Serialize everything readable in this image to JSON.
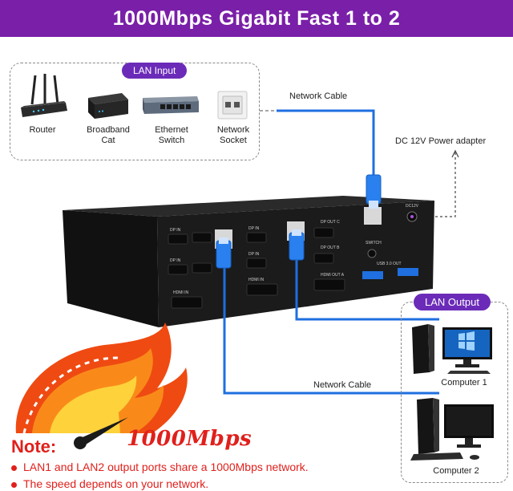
{
  "banner": {
    "title": "1000Mbps Gigabit Fast 1 to 2"
  },
  "lan_input": {
    "label": "LAN Input",
    "devices": [
      {
        "name": "Router",
        "icon": "router-icon"
      },
      {
        "name": "Broadband\nCat",
        "icon": "broadband-cat-icon"
      },
      {
        "name": "Ethernet\nSwitch",
        "icon": "ethernet-switch-icon"
      },
      {
        "name": "Network\nSocket",
        "icon": "network-socket-icon"
      }
    ]
  },
  "captions": {
    "network_cable_top": "Network Cable",
    "power_adapter": "DC 12V Power adapter",
    "network_cable_bottom": "Network Cable"
  },
  "lan_output": {
    "label": "LAN Output",
    "computers": [
      {
        "name": "Computer 1",
        "icon": "desktop-computer-icon"
      },
      {
        "name": "Computer 2",
        "icon": "desktop-computer-icon"
      }
    ]
  },
  "speed": {
    "text": "1000Mbps"
  },
  "note": {
    "title": "Note:",
    "items": [
      "LAN1 and LAN2 output ports share a 1000Mbps network.",
      "The speed depends on your network."
    ]
  },
  "colors": {
    "banner": "#7a1fa8",
    "pill": "#6b2bb8",
    "cable": "#1f6fe0",
    "note": "#e0201c"
  }
}
